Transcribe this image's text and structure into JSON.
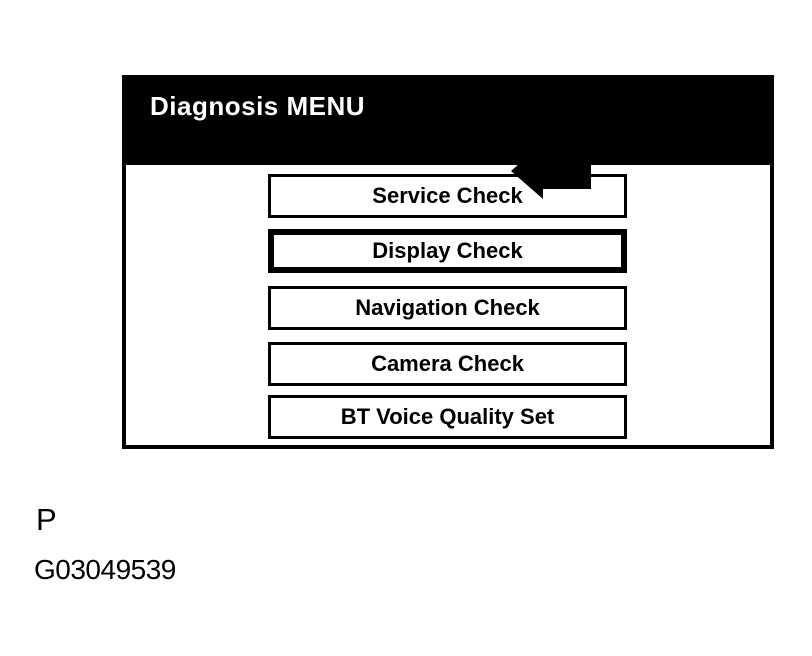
{
  "screen": {
    "header": {
      "title": "Diagnosis MENU"
    },
    "menu": {
      "items": [
        {
          "label": "Service Check",
          "selected": false
        },
        {
          "label": "Display Check",
          "selected": true
        },
        {
          "label": "Navigation Check",
          "selected": false
        },
        {
          "label": "Camera Check",
          "selected": false
        },
        {
          "label": "BT Voice Quality Set",
          "selected": false
        }
      ]
    },
    "annotation": {
      "pointer_icon": "left-arrow-icon",
      "points_to": "Display Check"
    }
  },
  "caption": {
    "page_marker": "P",
    "figure_id": "G03049539"
  },
  "colors": {
    "background": "#ffffff",
    "header_bg": "#000000",
    "header_text": "#ffffff",
    "button_bg": "#ffffff",
    "button_border": "#000000",
    "button_text": "#000000",
    "arrow": "#000000"
  }
}
